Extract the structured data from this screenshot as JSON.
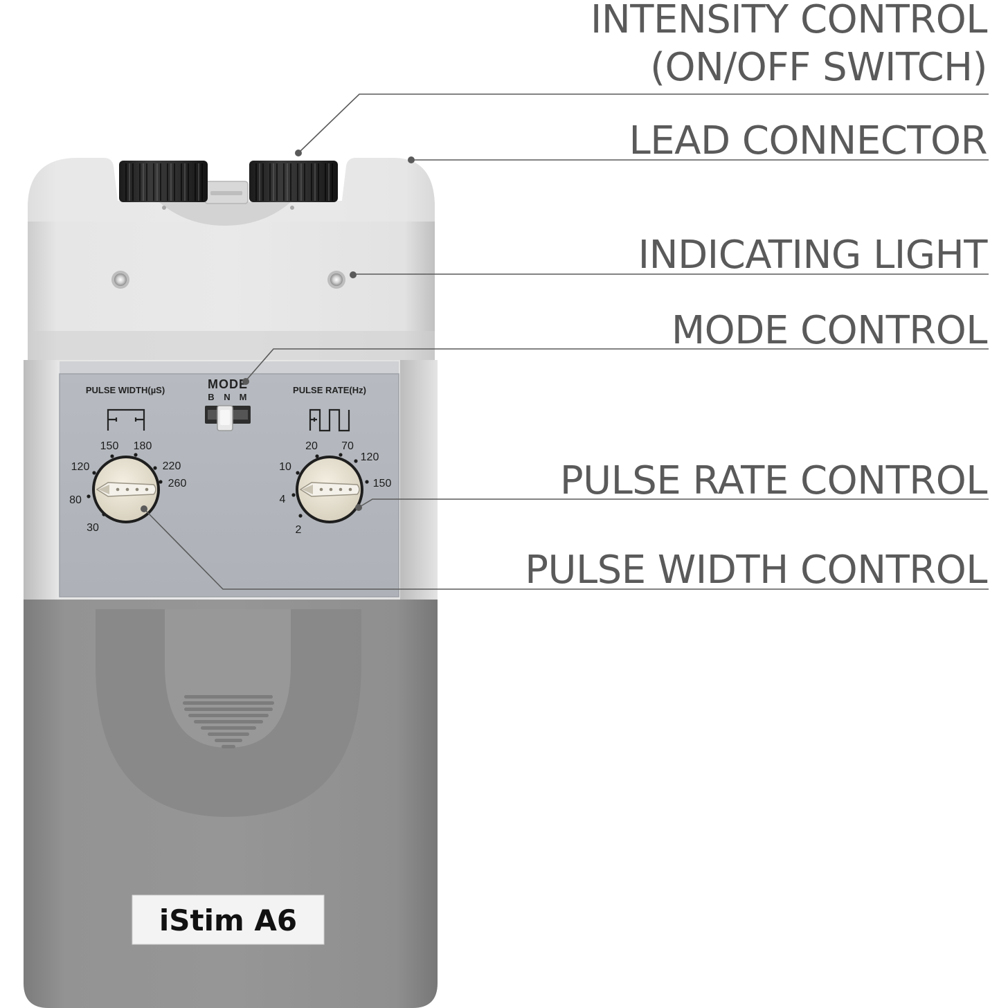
{
  "callouts": {
    "intensity_line1": "INTENSITY CONTROL",
    "intensity_line2": "(ON/OFF SWITCH)",
    "lead_connector": "LEAD CONNECTOR",
    "indicating_light": "INDICATING LIGHT",
    "mode_control": "MODE CONTROL",
    "pulse_rate_control": "PULSE RATE CONTROL",
    "pulse_width_control": "PULSE WIDTH CONTROL"
  },
  "panel": {
    "pulse_width_title": "PULSE WIDTH(µS)",
    "pulse_rate_title": "PULSE RATE(Hz)",
    "mode_title": "MODE",
    "mode_b": "B",
    "mode_n": "N",
    "mode_m": "M",
    "pulse_width_scale": [
      "30",
      "80",
      "120",
      "150",
      "180",
      "220",
      "260"
    ],
    "pulse_rate_scale": [
      "2",
      "4",
      "10",
      "20",
      "70",
      "120",
      "150"
    ]
  },
  "device": {
    "model_name": "iStim A6"
  },
  "colors": {
    "label_text": "#5a5a5a",
    "leader_line": "#5a5a5a",
    "body_upper": "#dcdcdc",
    "body_lower": "#8e8e8e",
    "panel": "#b3b7bd"
  }
}
